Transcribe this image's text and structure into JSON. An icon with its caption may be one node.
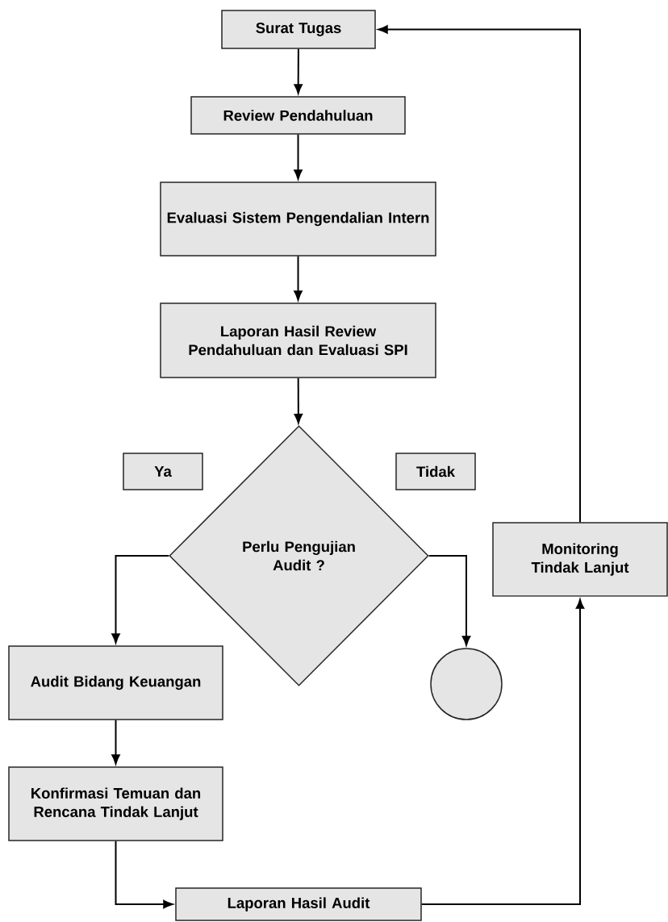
{
  "diagram": {
    "nodes": [
      {
        "text": [
          "Surat Tugas"
        ]
      },
      {
        "text": [
          "Review Pendahuluan"
        ]
      },
      {
        "text": [
          "Evaluasi Sistem Pengendalian Intern"
        ]
      },
      {
        "text": [
          "Laporan Hasil Review Pendahuluan dan Evaluasi SPI"
        ]
      },
      {
        "text": [
          "Ya"
        ]
      },
      {
        "text": [
          "Tidak"
        ]
      },
      {
        "text": [
          "Perlu Pengujian Audit ?"
        ]
      },
      {
        "text": [
          "Monitoring Tindak Lanjut"
        ]
      },
      {
        "text": [
          "Audit Bidang Keuangan"
        ]
      },
      {
        "text": [],
        "shape": "circle"
      },
      {
        "text": [
          "Konfirmasi Temuan dan Rencana Tindak Lanjut"
        ]
      },
      {
        "text": [
          "Laporan Hasil Audit"
        ]
      }
    ],
    "edges": [
      {
        "from": 0,
        "to": 1,
        "arrow": "to"
      },
      {
        "from": 1,
        "to": 2,
        "arrow": "to"
      },
      {
        "from": 2,
        "to": 3,
        "arrow": "to"
      },
      {
        "from": 3,
        "to": 6,
        "arrow": "to"
      },
      {
        "from": 6,
        "to": 8,
        "arrow": "to"
      },
      {
        "from": 6,
        "to": 9,
        "arrow": "to"
      },
      {
        "from": 8,
        "to": 10,
        "arrow": "to"
      },
      {
        "from": 10,
        "to": 11,
        "arrow": "to"
      },
      {
        "from": 11,
        "to": 7,
        "arrow": "to"
      },
      {
        "from": 7,
        "to": 0,
        "arrow": "to"
      }
    ]
  }
}
